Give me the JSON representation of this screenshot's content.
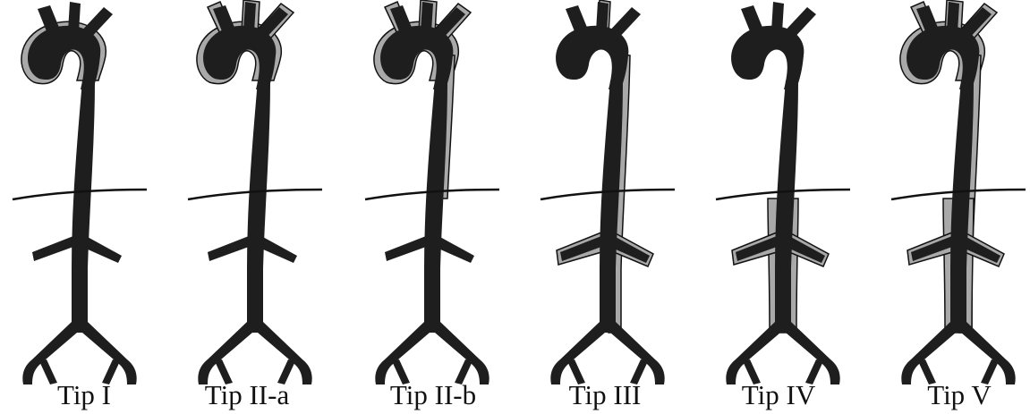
{
  "colors": {
    "aorta_fill": "#1e1e1e",
    "diseased_fill": "#a9a9a9",
    "outline": "#111111",
    "background": "#ffffff"
  },
  "panels": [
    {
      "label": "Tip I",
      "diseased_segments": [
        "arch"
      ]
    },
    {
      "label": "Tip II-a",
      "diseased_segments": [
        "arch",
        "arch_vessels"
      ]
    },
    {
      "label": "Tip II-b",
      "diseased_segments": [
        "arch",
        "arch_vessels",
        "descending_upper"
      ]
    },
    {
      "label": "Tip III",
      "diseased_segments": [
        "arch_vessels_partial",
        "descending_full",
        "renal_branches"
      ]
    },
    {
      "label": "Tip IV",
      "diseased_segments": [
        "abdominal",
        "renal_branches"
      ]
    },
    {
      "label": "Tip V",
      "diseased_segments": [
        "arch",
        "arch_vessels",
        "descending_full",
        "abdominal",
        "renal_branches"
      ]
    }
  ]
}
